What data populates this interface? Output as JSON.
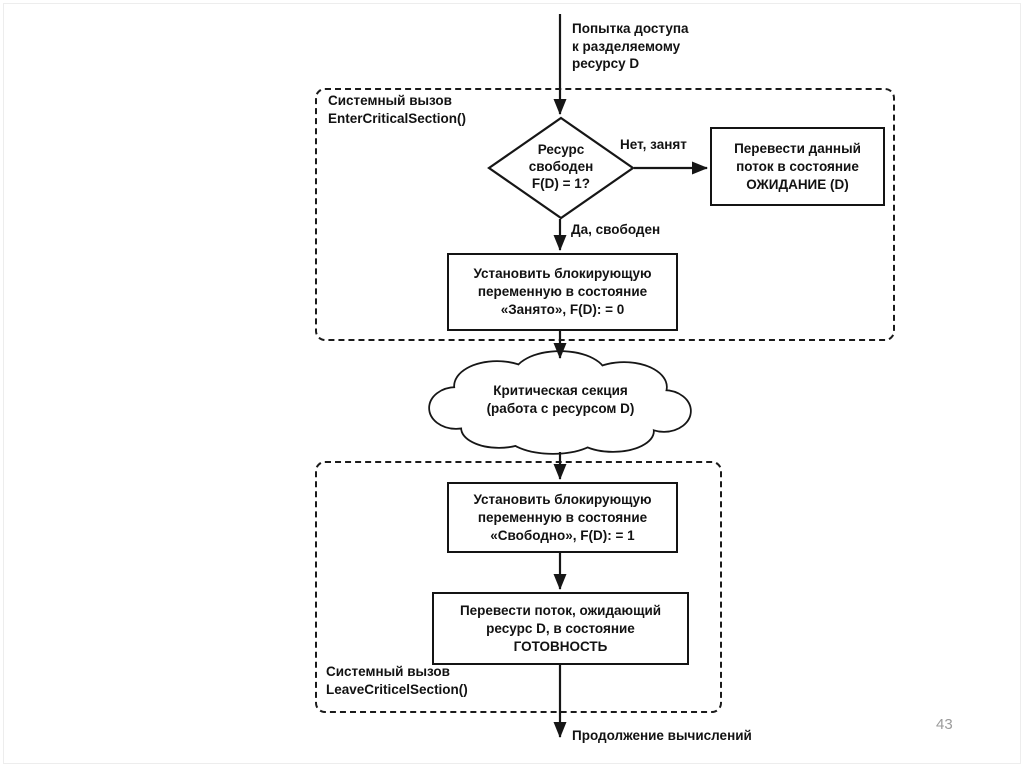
{
  "page": {
    "number": "43"
  },
  "colors": {
    "ink": "#161616",
    "page_number": "#9b9b9b",
    "frame": "#ededed"
  },
  "flowchart": {
    "entry_label": "Попытка доступа\nк разделяемому\nресурсу D",
    "enter_call_label": "Системный вызов\nEnterCriticalSection()",
    "decision": "Ресурс\nсвободен\nF(D) = 1?",
    "no_branch_label": "Нет, занят",
    "yes_branch_label": "Да, свободен",
    "wait_box": "Перевести данный\nпоток в состояние\nОЖИДАНИЕ (D)",
    "lock_box": "Установить блокирующую\nпеременную в состояние\n«Занято», F(D): = 0",
    "critical_section_cloud": "Критическая секция\n(работа с ресурсом D)",
    "unlock_box": "Установить блокирующую\nпеременную в состояние\n«Свободно», F(D): = 1",
    "ready_box": "Перевести поток, ожидающий\nресурс D, в состояние\nГОТОВНОСТЬ",
    "leave_call_label": "Системный вызов\nLeaveCriticelSection()",
    "exit_label": "Продолжение вычислений"
  }
}
